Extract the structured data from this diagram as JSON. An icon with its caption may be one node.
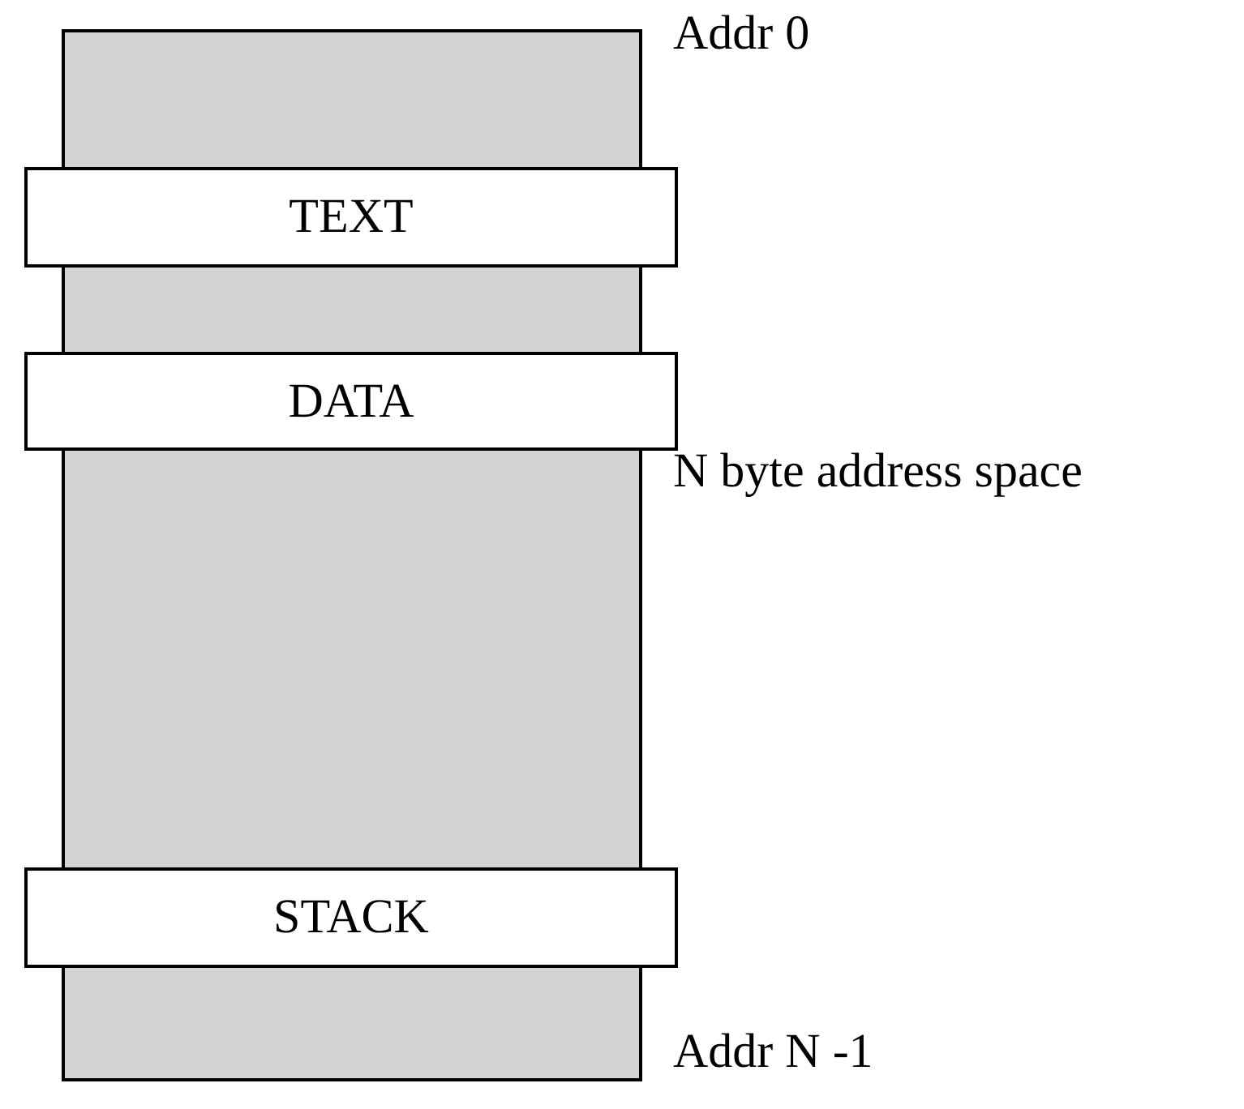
{
  "diagram": {
    "nodes": [
      {
        "text": [],
        "shape": "box"
      },
      {
        "text": [
          "TEXT"
        ]
      },
      {
        "text": [
          "DATA"
        ]
      },
      {
        "text": [
          "STACK"
        ]
      }
    ],
    "labels": [
      "Addr 0",
      "N byte address space",
      "Addr N -1"
    ]
  }
}
